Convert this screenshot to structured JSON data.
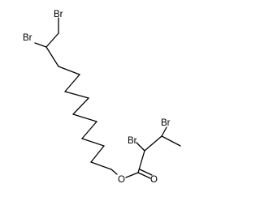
{
  "structure": {
    "labels": {
      "br_terminal": "Br",
      "br_chain": "Br",
      "o_ester": "O",
      "o_carbonyl": "O",
      "br_alpha": "Br",
      "br_beta": "Br"
    }
  }
}
